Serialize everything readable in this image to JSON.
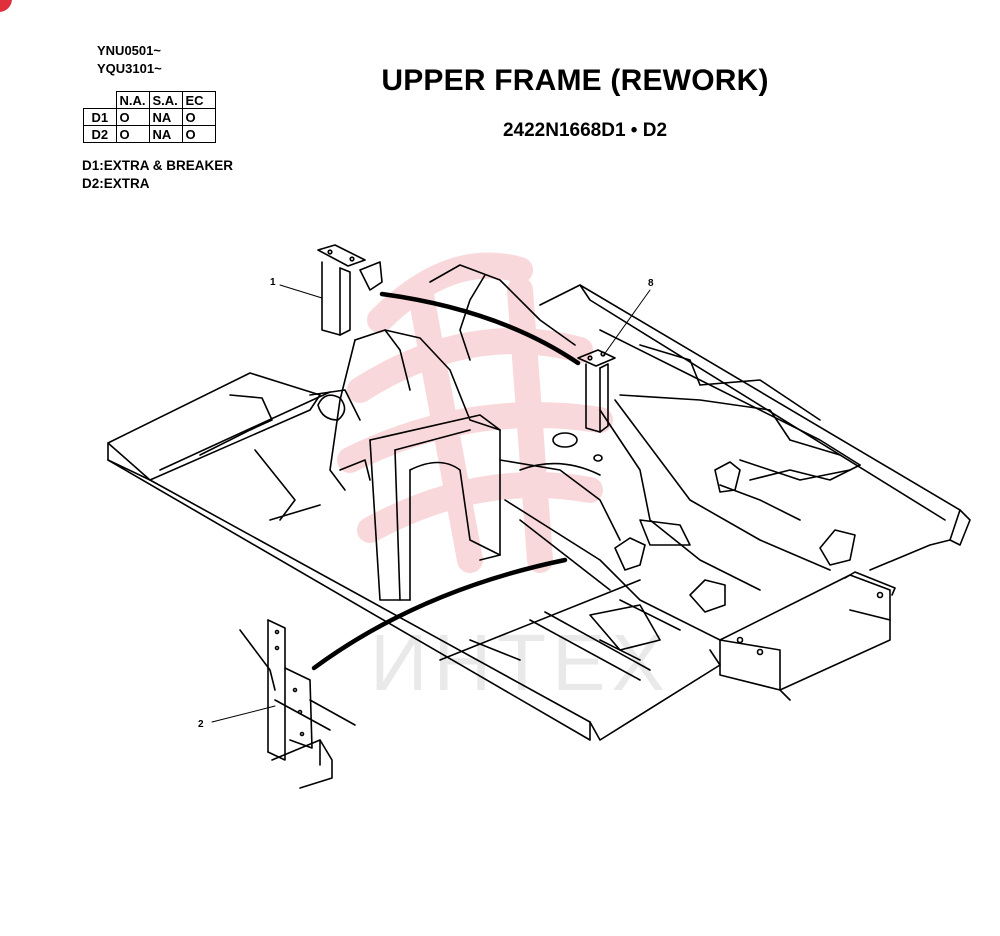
{
  "header": {
    "serial_ranges": [
      "YNU0501~",
      "YQU3101~"
    ],
    "title": "UPPER FRAME (REWORK)",
    "part_code": "2422N1668D1 • D2"
  },
  "options_table": {
    "columns": [
      "N.A.",
      "S.A.",
      "EC"
    ],
    "rows": [
      {
        "label": "D1",
        "values": [
          "O",
          "NA",
          "O"
        ]
      },
      {
        "label": "D2",
        "values": [
          "O",
          "NA",
          "O"
        ]
      }
    ]
  },
  "notes": [
    "D1:EXTRA & BREAKER",
    "D2:EXTRA"
  ],
  "callouts": [
    {
      "number": "1"
    },
    {
      "number": "2"
    },
    {
      "number": "8"
    }
  ],
  "watermark": {
    "text": "ИНТЕХ",
    "color": "#e0303c"
  }
}
